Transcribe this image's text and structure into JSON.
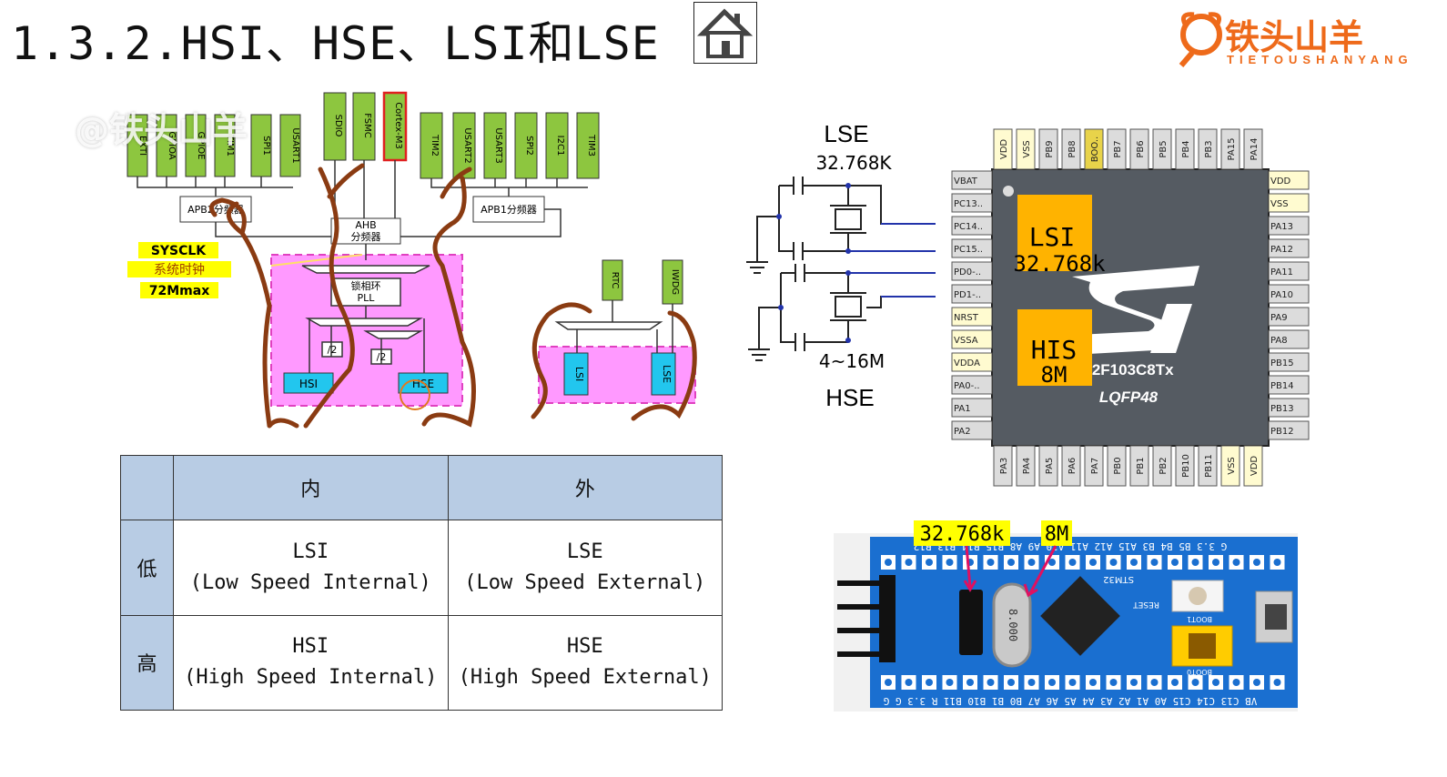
{
  "header": {
    "title": "1.3.2.HSI、HSE、LSI和LSE",
    "brand_name": "铁头山羊",
    "brand_sub": "TIETOUSHANYANG",
    "watermark": "@铁头山羊"
  },
  "clock_tree": {
    "apb2_peripherals": [
      "EXTI",
      "GPIOA",
      "GPIOE",
      "TIM1",
      "SPI1",
      "USART1"
    ],
    "ahb_peripherals": [
      "SDIO",
      "FSMC",
      "Cortex-M3"
    ],
    "apb1_peripherals": [
      "TIM2",
      "USART2",
      "USART3",
      "SPI2",
      "I2C1",
      "TIM3"
    ],
    "apb2_prescaler": "APB2分频器",
    "apb1_prescaler": "APB1分频器",
    "ahb_prescaler_line1": "AHB",
    "ahb_prescaler_line2": "分频器",
    "pll_line1": "锁相环",
    "pll_line2": "PLL",
    "div2": "/2",
    "hsi": "HSI",
    "hse": "HSE",
    "sysclk_line1": "SYSCLK",
    "sysclk_line2": "系统时钟",
    "sysclk_line3": "72Mmax",
    "rtc": "RTC",
    "iwdg": "IWDG",
    "lsi": "LSI",
    "lse": "LSE"
  },
  "table": {
    "col_headers": [
      "内",
      "外"
    ],
    "rows": [
      {
        "header": "低",
        "cells": [
          [
            "LSI",
            "(Low Speed Internal)"
          ],
          [
            "LSE",
            "(Low Speed External)"
          ]
        ]
      },
      {
        "header": "高",
        "cells": [
          [
            "HSI",
            "(High Speed Internal)"
          ],
          [
            "HSE",
            "(High Speed External)"
          ]
        ]
      }
    ]
  },
  "crystal": {
    "lse_label": "LSE",
    "lse_freq": "32.768K",
    "hse_freq": "4~16M",
    "hse_label": "HSE"
  },
  "chip": {
    "top_pins": [
      "VDD",
      "VSS",
      "PB9",
      "PB8",
      "BOO..",
      "PB7",
      "PB6",
      "PB5",
      "PB4",
      "PB3",
      "PA15",
      "PA14"
    ],
    "left_pins": [
      "VBAT",
      "PC13..",
      "PC14..",
      "PC15..",
      "PD0-..",
      "PD1-..",
      "NRST",
      "VSSA",
      "VDDA",
      "PA0-..",
      "PA1",
      "PA2"
    ],
    "right_pins": [
      "VDD",
      "VSS",
      "PA13",
      "PA12",
      "PA11",
      "PA10",
      "PA9",
      "PA8",
      "PB15",
      "PB14",
      "PB13",
      "PB12"
    ],
    "bottom_pins": [
      "PA3",
      "PA4",
      "PA5",
      "PA6",
      "PA7",
      "PB0",
      "PB1",
      "PB2",
      "PB10",
      "PB11",
      "VSS",
      "VDD"
    ],
    "part": "32F103C8Tx",
    "package": "LQFP48",
    "lsi_label": "LSI",
    "lsi_freq": "32.768k",
    "his_label": "HIS",
    "his_freq": "8M",
    "logo": "ST"
  },
  "board": {
    "label_32k": "32.768k",
    "label_8m": "8M",
    "top_silk": "G 3.3  B5 B4 B3 A15 A12 A11 A10 A9 A8 B15 B14 B13 B12",
    "bottom_silk": "VB C13 C14 C15 A0 A1 A2 A3 A4 A5 A6 A7 B0 B1 B10 B11 R 3.3 G G",
    "crystal_text": "8.000",
    "mcu_silk": "STM32",
    "reset_label": "RESET",
    "boot0": "BOOT0",
    "boot1": "BOOT1"
  },
  "colors": {
    "green": "#8dc63f",
    "pink": "#ff99ff",
    "cyan": "#22c6ee",
    "brown": "#8a3b12",
    "blue_board": "#1a6fd0",
    "orange_label": "#ffb300",
    "table_header": "#b8cce4"
  }
}
